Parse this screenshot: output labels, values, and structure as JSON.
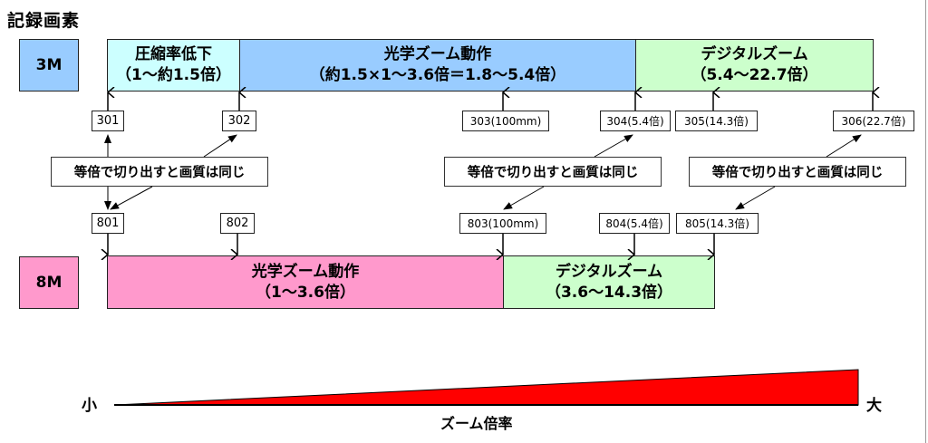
{
  "title": "記録画素",
  "colors": {
    "row3m_resolution": "#99ccff",
    "compression": "#ccffff",
    "optical": "#99ccff",
    "digital": "#ccffcc",
    "row8m_resolution": "#ff99cc",
    "optical_8m": "#ff99cc",
    "wedge": "#ff0000"
  },
  "row_3m": {
    "resolution": "3M",
    "segments": [
      {
        "name": "圧縮率低下",
        "range": "（1～約1.5倍）"
      },
      {
        "name": "光学ズーム動作",
        "range": "（約1.5×1～3.6倍＝1.8～5.4倍）"
      },
      {
        "name": "デジタルズーム",
        "range": "（5.4～22.7倍）"
      }
    ],
    "points": [
      "301",
      "302",
      "303(100mm)",
      "304(5.4倍)",
      "305(14.3倍)",
      "306(22.7倍)"
    ]
  },
  "notes": [
    "等倍で切り出すと画質は同じ",
    "等倍で切り出すと画質は同じ",
    "等倍で切り出すと画質は同じ"
  ],
  "row_8m": {
    "resolution": "8M",
    "segments": [
      {
        "name": "光学ズーム動作",
        "range": "（1～3.6倍）"
      },
      {
        "name": "デジタルズーム",
        "range": "（3.6～14.3倍）"
      }
    ],
    "points": [
      "801",
      "802",
      "803(100mm)",
      "804(5.4倍)",
      "805(14.3倍)"
    ]
  },
  "axis": {
    "low": "小",
    "high": "大",
    "label": "ズーム倍率"
  }
}
